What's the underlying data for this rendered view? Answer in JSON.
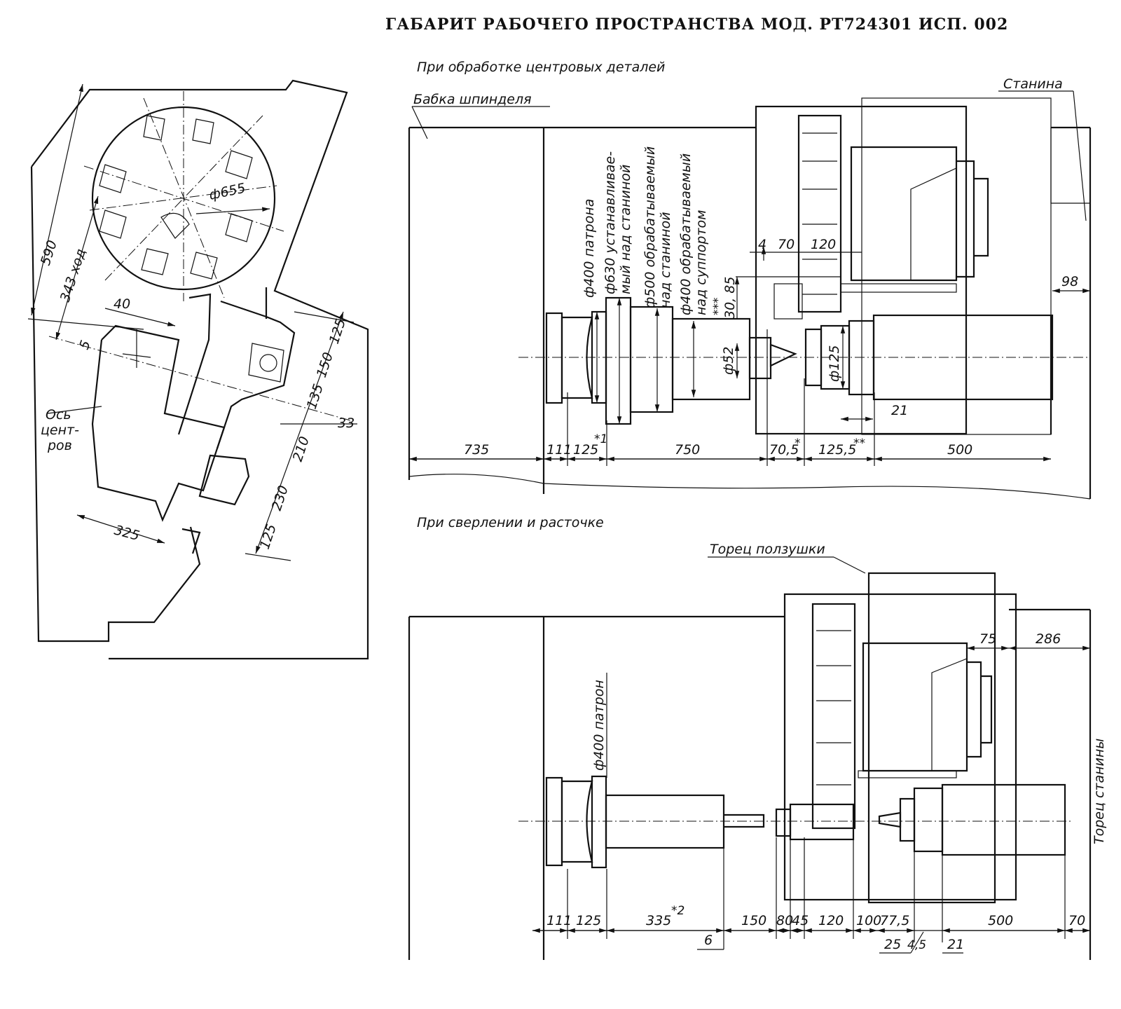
{
  "title": "ГАБАРИТ РАБОЧЕГО ПРОСТРАНСТВА МОД. РТ724301 ИСП. 002",
  "left_view": {
    "dim_590": "590",
    "dim_343": "343 ход",
    "dim_655": "ф655",
    "dim_40": "40",
    "dim_5": "5",
    "dim_325": "325",
    "dim_125a": "125",
    "dim_150": "150",
    "dim_135": "135",
    "dim_33": "33",
    "dim_210": "210",
    "dim_230": "230",
    "dim_125b": "125",
    "axis_label_1": "Ось",
    "axis_label_2": "цент-",
    "axis_label_3": "ров"
  },
  "top_view": {
    "heading": "При обработке центровых деталей",
    "label_spindle": "Бабка шпинделя",
    "label_bed": "Станина",
    "v_400_chuck": "ф400 патрона",
    "v_630_a": "ф630 устанавливае-",
    "v_630_b": "мый над станиной",
    "v_500_a": "ф500 обрабатываемый",
    "v_500_b": "над станиной",
    "v_400_a": "ф400 обрабатываемый",
    "v_400_b": "над суппортом",
    "d_4": "4",
    "d_70": "70",
    "d_120": "120",
    "d_30_85": "30, 85",
    "d_stars3": "***",
    "d_52": "ф52",
    "d_125": "ф125",
    "d_98": "98",
    "d_21": "21",
    "b_735": "735",
    "b_111": "111",
    "b_125": "125",
    "b_125_note": "*1",
    "b_750": "750",
    "b_70_5": "70,5",
    "b_70_5_note": "*",
    "b_125_5": "125,5",
    "b_125_5_note": "**",
    "b_500": "500"
  },
  "bottom_view": {
    "heading": "При сверлении и расточке",
    "label_slide": "Торец ползушки",
    "label_bed_face": "Торец станины",
    "v_400_chuck": "ф400 патрон",
    "d_75": "75",
    "d_286": "286",
    "b_111": "111",
    "b_125": "125",
    "b_335": "335",
    "b_335_note": "*2",
    "b_6": "6",
    "b_150": "150",
    "b_80": "80",
    "b_45": "45",
    "b_120": "120",
    "b_100": "100",
    "b_77_5": "77,5",
    "b_25": "25",
    "b_4_5": "4,5",
    "b_21": "21",
    "b_500": "500",
    "b_70": "70"
  }
}
